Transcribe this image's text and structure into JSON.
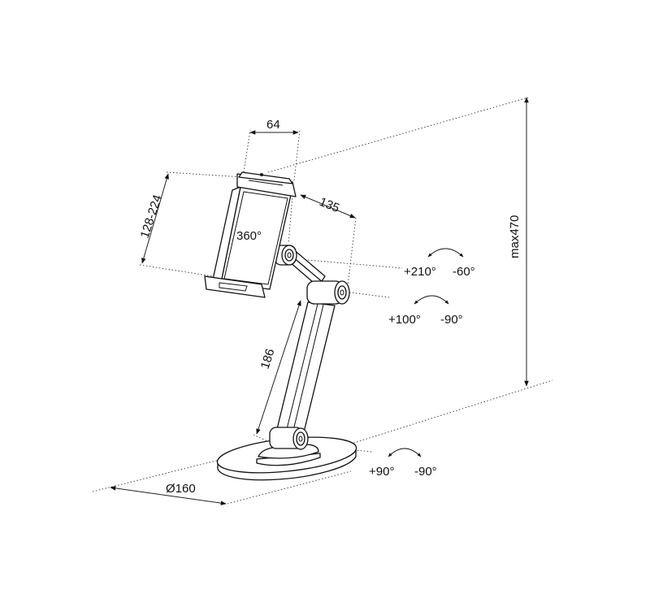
{
  "dimensions": {
    "holder_width": "64",
    "holder_height": "128-224",
    "arm_upper": "135",
    "arm_lower": "186",
    "base_diameter": "Ø160",
    "max_height": "max470"
  },
  "rotations": {
    "holder": "360°",
    "upper_joint_pos": "+210°",
    "upper_joint_neg": "-60°",
    "middle_joint_pos": "+100°",
    "middle_joint_neg": "-90°",
    "base_joint_pos": "+90°",
    "base_joint_neg": "-90°"
  },
  "colors": {
    "line": "#111111",
    "background": "#ffffff"
  }
}
